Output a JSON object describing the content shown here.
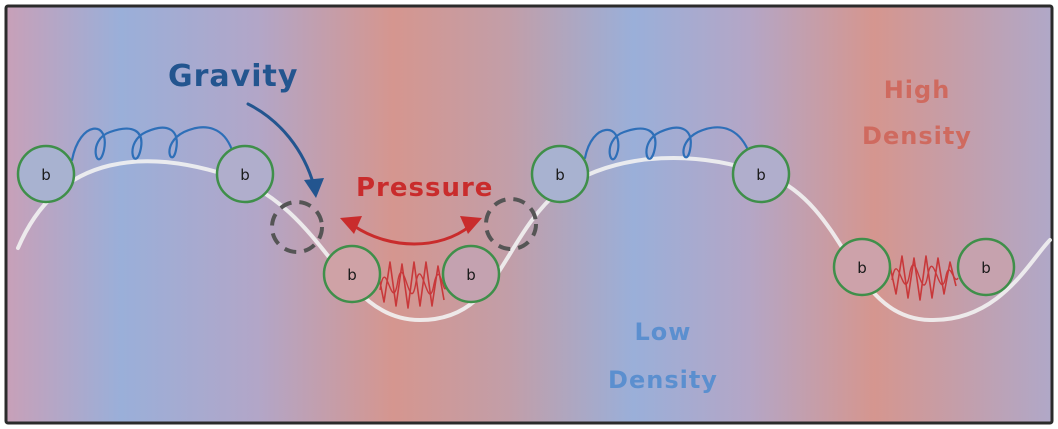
{
  "labels": {
    "gravity": "Gravity",
    "pressure": "Pressure",
    "high_line1": "High",
    "high_line2": "Density",
    "low_line1": "Low",
    "low_line2": "Density"
  },
  "ball_label": "b",
  "colors": {
    "blue_band": "#9aafd9",
    "red_band": "#d5968f",
    "frame": "#2b2b2b",
    "wave_line": "#f2f2f2",
    "ball_outline": "#3f8f4a",
    "ball_fill": "#a8b2d0",
    "ball_fill_warm": "#cfa2a6",
    "blue_spring": "#2e6fb8",
    "red_spring": "#c8383a",
    "gravity_text": "#23558f",
    "pressure_text": "#c92c2c",
    "high_text": "#cf6a5f",
    "low_text": "#5b8fcf",
    "dashed_circle": "#555555"
  }
}
